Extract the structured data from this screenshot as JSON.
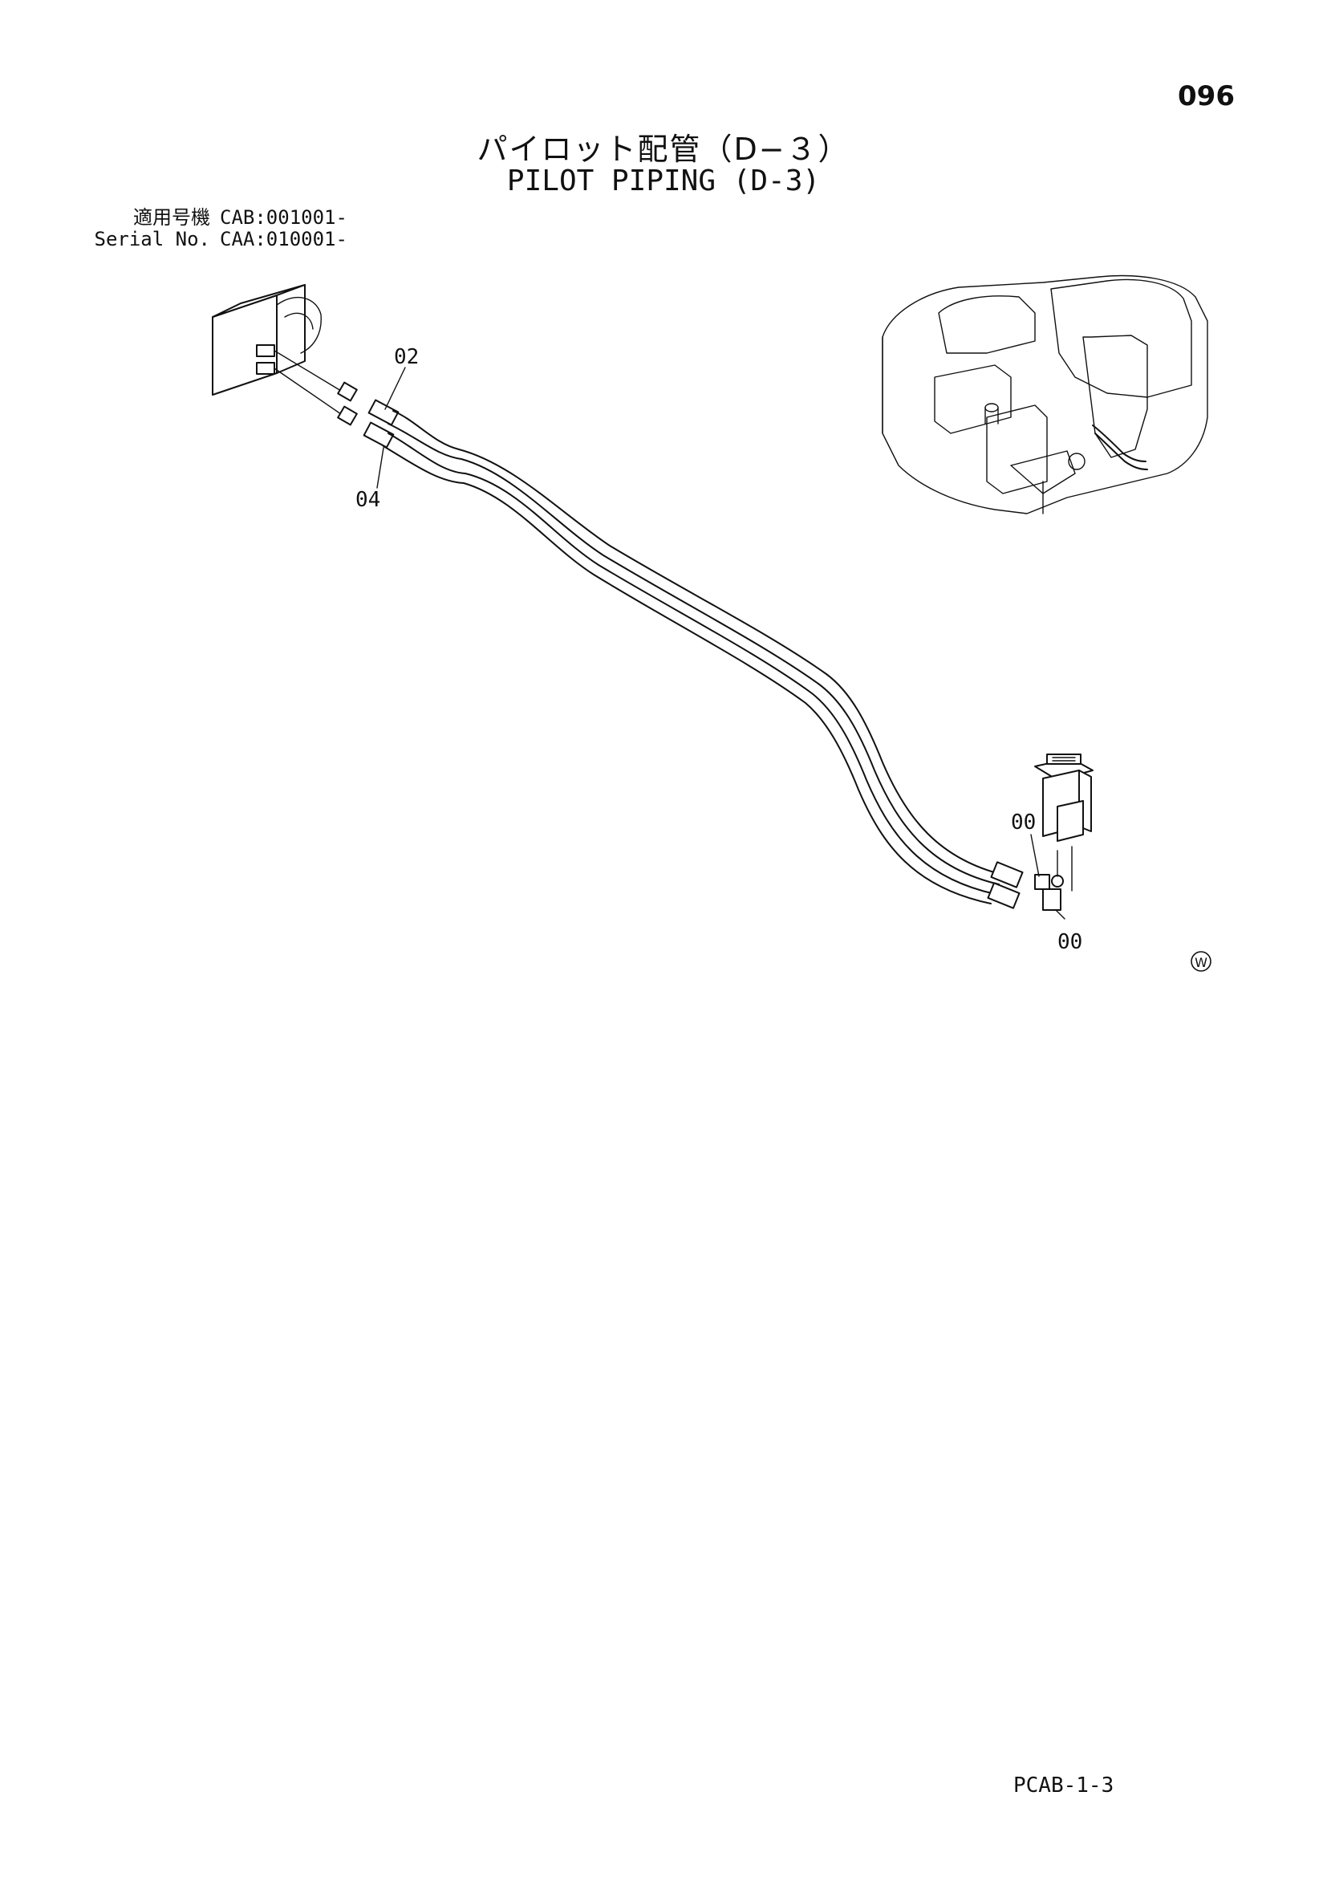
{
  "page_number": "096",
  "title_ja": "パイロット配管（D−３）",
  "title_en": "PILOT PIPING (D-3)",
  "serial": [
    {
      "label": "適用号機",
      "value": "CAB:001001-"
    },
    {
      "label": "Serial No.",
      "value": "CAA:010001-"
    }
  ],
  "callouts": {
    "c02": "02",
    "c04": "04",
    "c00_upper": "00",
    "c00_lower": "00"
  },
  "mark": "W",
  "footer_code": "PCAB-1-3"
}
